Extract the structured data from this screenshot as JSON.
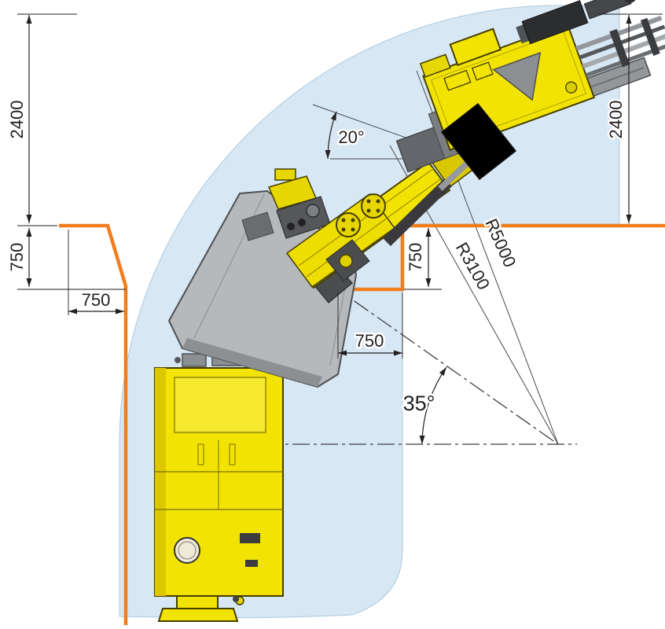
{
  "diagram": {
    "type": "turning-clearance-drawing",
    "colors": {
      "envelope_fill": "#d7e7f4",
      "envelope_edge": "#a9c9e0",
      "wall_orange": "#f07d1e",
      "machine_yellow": "#f2e303",
      "canopy_gray": "#b6b9bc",
      "ink": "#231f20"
    },
    "labels": {
      "drift_width_left": "2400",
      "drift_width_right": "2400",
      "niche_depth": "750",
      "niche_length": "750",
      "corner_cut_height": "750",
      "corner_cut_width": "750",
      "feed_angle": "20°",
      "articulation_angle": "35°",
      "outer_radius": "R5000",
      "inner_radius": "R3100"
    }
  }
}
